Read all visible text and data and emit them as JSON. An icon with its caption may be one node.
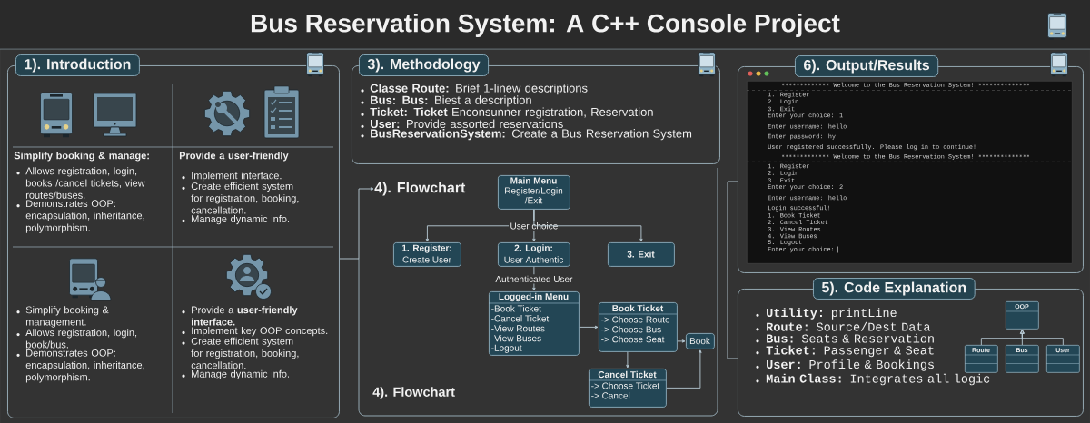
{
  "diagram": {
    "title": "Bus Reservation System: A C++ Console Project",
    "nodes": [
      {
        "text": [
          "1). Introduction"
        ]
      },
      {
        "text": [
          "Simplify booking & manage:",
          "Allows registration, login, books /cancel tickets, view routes/buses.",
          "Demonstrates OOP: encapsulation, inheritance, polymorphism."
        ],
        "in": 0
      },
      {
        "text": [
          "Provide a user-friendly",
          "Implement interface.",
          "Create efficient system for registration, booking, cancellation.",
          "Manage dynamic info."
        ],
        "in": 0
      },
      {
        "text": [
          "Simplify booking & management.",
          "Allows registration, login, book/bus.",
          "Demonstrates OOP: encapsulation, inheritance, polymorphism."
        ],
        "in": 0
      },
      {
        "text": [
          "Provide a **user-friendly interface.**",
          "Implement key OOP concepts.",
          "Create efficient system for registration, booking, cancellation.",
          "Manage dynamic info."
        ],
        "in": 0
      },
      {
        "text": [
          "3). Methodology",
          "**Classe Route:** Brief 1-linew descriptions",
          "**Bus: Bus:** Biest a description",
          "**Ticket: Ticket** Enconsunner registration, Reservation",
          "**User:** Provide assorted reservations",
          "**BusReservationSystem:** Create a Bus Reservation System"
        ]
      },
      {
        "text": [
          "4). Flowchart",
          "4). Flowchart"
        ]
      },
      {
        "text": [
          "Main Menu",
          "Register/Login /Exit"
        ],
        "in": 6
      },
      {
        "text": [
          "1. Register:",
          "Create User"
        ],
        "in": 6
      },
      {
        "text": [
          "2. Login:",
          "User Authentic"
        ],
        "in": 6
      },
      {
        "text": [
          "3. Exit"
        ],
        "in": 6
      },
      {
        "text": [
          "Logged-in Menu",
          "-Book Ticket",
          "-Cancel Ticket",
          "-View Routes",
          "-View Buses",
          "-Logout"
        ],
        "in": 6
      },
      {
        "text": [
          "Book Ticket",
          "-> Choose Route",
          "-> Choose Bus",
          "-> Choose Seat"
        ],
        "in": 6
      },
      {
        "text": [
          "Book"
        ],
        "in": 6
      },
      {
        "text": [
          "Cancel Ticket",
          "-> Choose Ticket",
          "-> Cancel"
        ],
        "in": 6
      },
      {
        "text": [
          "6). Output/Results"
        ]
      },
      {
        "text": [
          "Welcome to the Bus Reservation System!",
          "1. Register",
          "2. Login",
          "3. Exit",
          "Enter your choice: 1",
          "Enter username: hello",
          "Enter password: hy",
          "User registered successfully. Please log in to continue!",
          "Welcome to the Bus Reservation System!",
          "1. Register",
          "2. Login",
          "3. Exit",
          "Enter your choice: 2",
          "Enter username: hello",
          "Login successful!",
          "1. Book Ticket",
          "2. Cancel Ticket",
          "3. View Routes",
          "4. View Buses",
          "5. Logout",
          "Enter your choice:"
        ],
        "in": 15
      },
      {
        "text": [
          "5). Code Explanation",
          "**Utility:** printLine",
          "**Route:** Source/Dest Data",
          "**Bus:** Seats & Reservation",
          "**Ticket:** Passenger & Seat",
          "**User:** Profile & Bookings",
          "**Main Class:** Integrates all logic"
        ]
      },
      {
        "text": [
          "OOP"
        ],
        "in": 17
      },
      {
        "text": [
          "Route"
        ],
        "in": 17
      },
      {
        "text": [
          "Bus"
        ],
        "in": 17
      },
      {
        "text": [
          "User"
        ],
        "in": 17
      }
    ],
    "edges": [
      {
        "from": 0,
        "to": 6,
        "arrow": "to"
      },
      {
        "from": 7,
        "to": 8,
        "arrow": "to"
      },
      {
        "from": 7,
        "to": 9,
        "arrow": "to",
        "label": "User choice"
      },
      {
        "from": 7,
        "to": 10,
        "arrow": "to"
      },
      {
        "from": 9,
        "to": 11,
        "arrow": "to",
        "label": "Authenticated User"
      },
      {
        "from": 11,
        "to": 12,
        "arrow": "to"
      },
      {
        "from": 12,
        "to": 13,
        "arrow": "to"
      },
      {
        "from": 12,
        "to": 14,
        "arrow": "to"
      },
      {
        "from": 14,
        "to": 13,
        "arrow": "to"
      },
      {
        "from": 15,
        "to": 17,
        "arrow": "none"
      },
      {
        "from": 19,
        "to": 18,
        "arrow": "to"
      },
      {
        "from": 20,
        "to": 18,
        "arrow": "to"
      },
      {
        "from": 21,
        "to": 18,
        "arrow": "to"
      }
    ]
  }
}
